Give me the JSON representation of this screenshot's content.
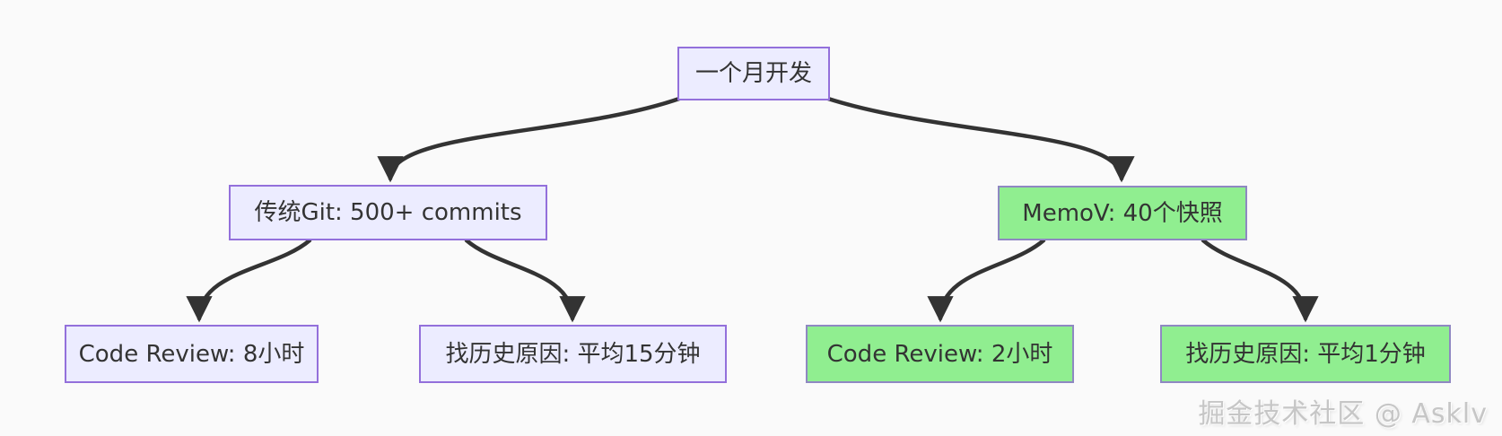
{
  "page": {
    "background_color": "#fafafa"
  },
  "watermark": {
    "text": "掘金技术社区 @ Asklv",
    "color": "#c6c6c6"
  },
  "diagram": {
    "type": "flowchart",
    "direction": "top-down",
    "arrow_color": "#333333",
    "node_styles": {
      "purple": {
        "fill": "#ECECFF",
        "border": "#9370DB"
      },
      "green": {
        "fill": "#90EE90",
        "border": "#8F88C2"
      }
    },
    "nodes": [
      {
        "id": "root",
        "label": "一个月开发",
        "style": "purple"
      },
      {
        "id": "traditional-git",
        "label": "传统Git: 500+ commits",
        "style": "purple"
      },
      {
        "id": "memov",
        "label": "MemoV: 40个快照",
        "style": "green"
      },
      {
        "id": "git-code-review",
        "label": "Code Review: 8小时",
        "style": "purple"
      },
      {
        "id": "git-find-history",
        "label": "找历史原因: 平均15分钟",
        "style": "purple"
      },
      {
        "id": "memov-code-review",
        "label": "Code Review: 2小时",
        "style": "green"
      },
      {
        "id": "memov-find-history",
        "label": "找历史原因: 平均1分钟",
        "style": "green"
      }
    ],
    "edges": [
      {
        "from": "一个月开发",
        "to": "传统Git: 500+ commits"
      },
      {
        "from": "一个月开发",
        "to": "MemoV: 40个快照"
      },
      {
        "from": "传统Git: 500+ commits",
        "to": "Code Review: 8小时"
      },
      {
        "from": "传统Git: 500+ commits",
        "to": "找历史原因: 平均15分钟"
      },
      {
        "from": "MemoV: 40个快照",
        "to": "Code Review: 2小时"
      },
      {
        "from": "MemoV: 40个快照",
        "to": "找历史原因: 平均1分钟"
      }
    ]
  }
}
